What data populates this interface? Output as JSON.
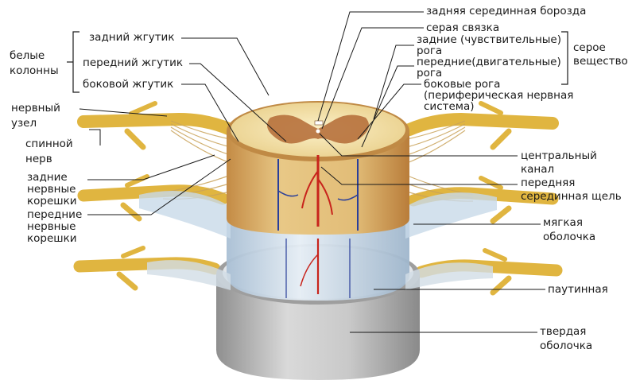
{
  "labels": {
    "white_columns": [
      "белые",
      "колонны"
    ],
    "posterior_funiculus": "задний жгутик",
    "anterior_funiculus": "передний жгутик",
    "lateral_funiculus": "боковой жгутик",
    "spinal_ganglion": [
      "нервный",
      "узел"
    ],
    "spinal_nerve": [
      "спинной",
      "нерв"
    ],
    "posterior_roots": [
      "задние",
      "нервные",
      "корешки"
    ],
    "anterior_roots": [
      "передние",
      "нервные",
      "корешки"
    ],
    "posterior_median_sulcus": "задняя серединная борозда",
    "gray_commissure": "серая связка",
    "posterior_horns": [
      "задние (чувствительные)",
      "рога"
    ],
    "anterior_horns": [
      "передние(двигательные)",
      "рога"
    ],
    "lateral_horns": [
      "боковые рога",
      "(периферическая нервная",
      "система)"
    ],
    "gray_matter": [
      "серое",
      "вещество"
    ],
    "central_canal": [
      "центральный",
      "канал"
    ],
    "anterior_median_fissure": [
      "передняя",
      "серединная щель"
    ],
    "pia_mater": [
      "мягкая",
      "оболочка"
    ],
    "arachnoid": "паутинная",
    "dura_mater": [
      "твердая",
      "оболочка"
    ]
  },
  "colors": {
    "nerve": "#e0b540",
    "nerve_dark": "#b98a1f",
    "white_matter": "#f2e1a8",
    "gray_matter": "#b36a35",
    "pia": "#cfe0ee",
    "artery": "#c8241c",
    "vein": "#2a3f9a",
    "dura": "#b9b9b9",
    "dura_dark": "#8d8d8d"
  }
}
